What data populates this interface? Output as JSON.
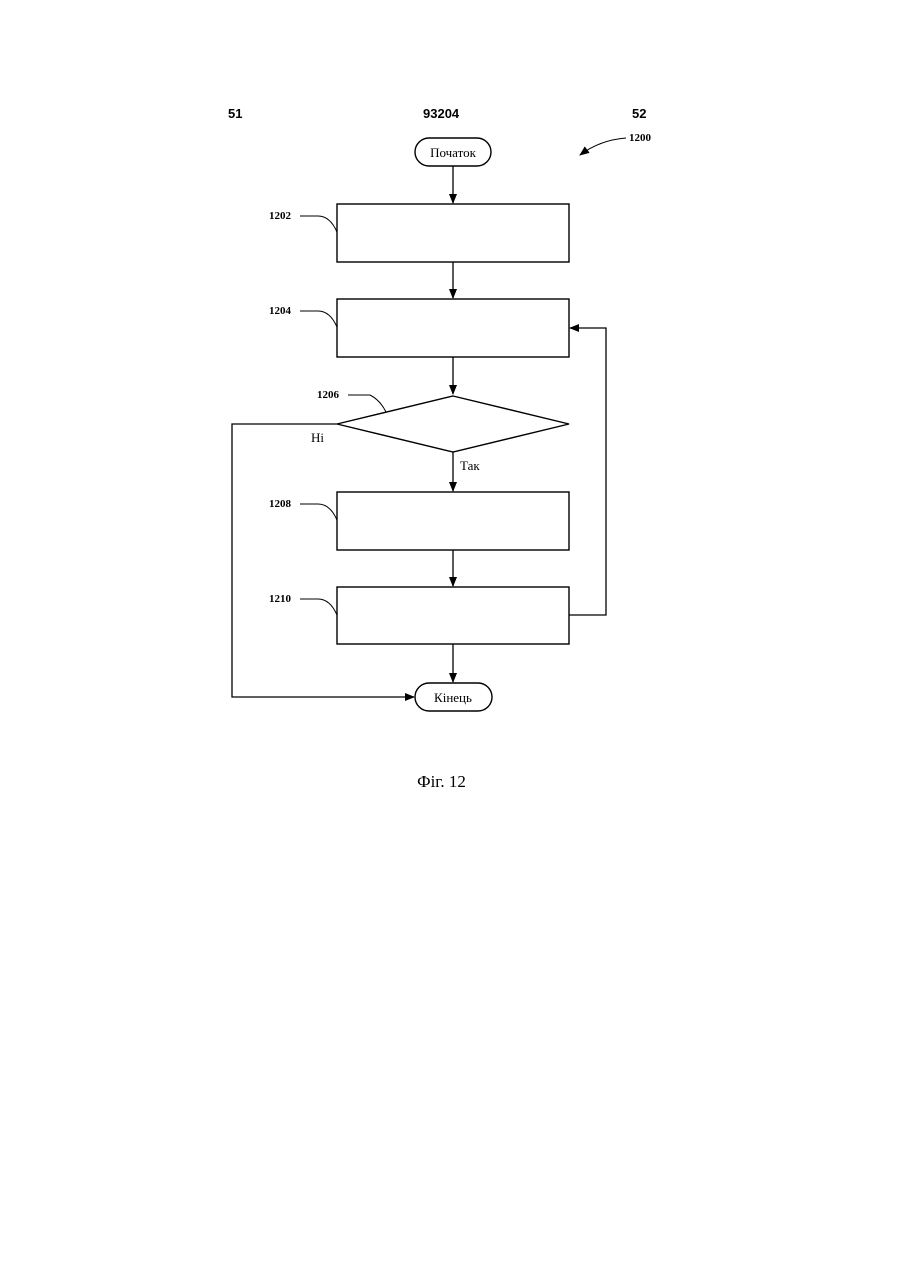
{
  "header": {
    "page_left": "51",
    "page_center": "93204",
    "page_right": "52"
  },
  "diagram": {
    "figure_ref": "1200",
    "start_label": "Початок",
    "end_label": "Кінець",
    "steps": [
      {
        "ref": "1202",
        "text": ""
      },
      {
        "ref": "1204",
        "text": ""
      },
      {
        "ref": "1208",
        "text": ""
      },
      {
        "ref": "1210",
        "text": ""
      }
    ],
    "decision": {
      "ref": "1206",
      "text": ""
    },
    "branch_no": "Ні",
    "branch_yes": "Так"
  },
  "caption": "Фіг. 12"
}
